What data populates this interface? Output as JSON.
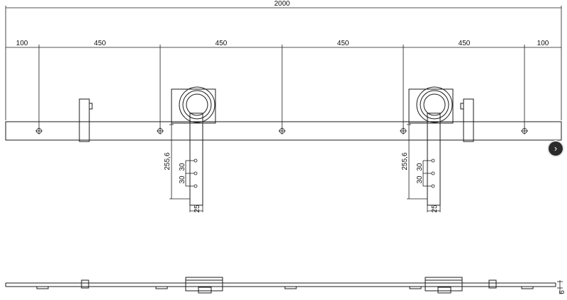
{
  "dimensions": {
    "total": "2000",
    "segments": [
      "100",
      "450",
      "450",
      "450",
      "450",
      "100"
    ],
    "hanger_height": "255,6",
    "hole_spacing_a": "30",
    "hole_spacing_b": "30",
    "strap_width": "25",
    "profile_thickness": "6"
  },
  "nav": {
    "next_icon": "›"
  }
}
